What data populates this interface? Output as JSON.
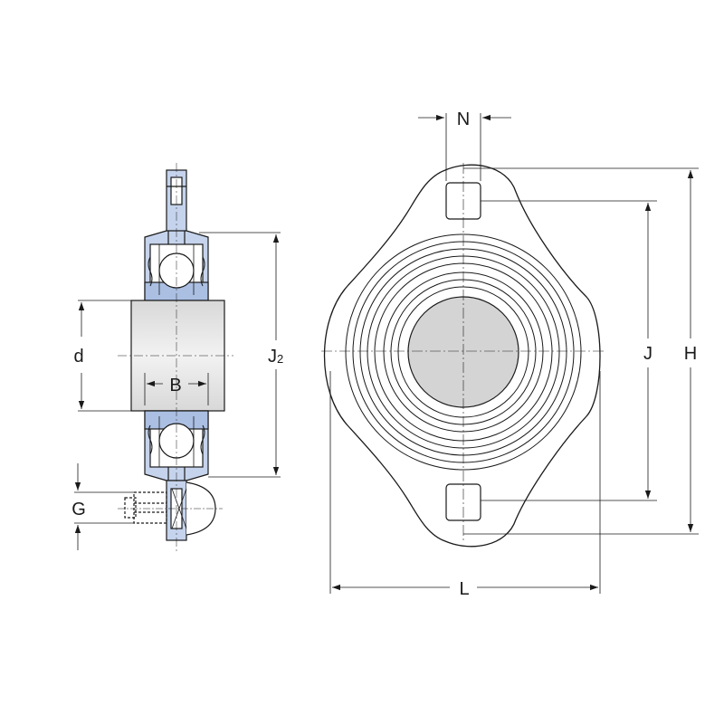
{
  "labels": {
    "n": "N",
    "d": "d",
    "b": "B",
    "j2_main": "J",
    "j2_sub": "2",
    "j": "J",
    "h": "H",
    "g": "G",
    "l": "L"
  },
  "colors": {
    "line": "#1a1a1a",
    "bearing_blue": "#c5d3ec",
    "bearing_blue_dark": "#aabfe2",
    "bore_gray": "#d4d4d4",
    "shaft_gray": "#e6e6e6",
    "housing_fill": "#ffffff"
  }
}
